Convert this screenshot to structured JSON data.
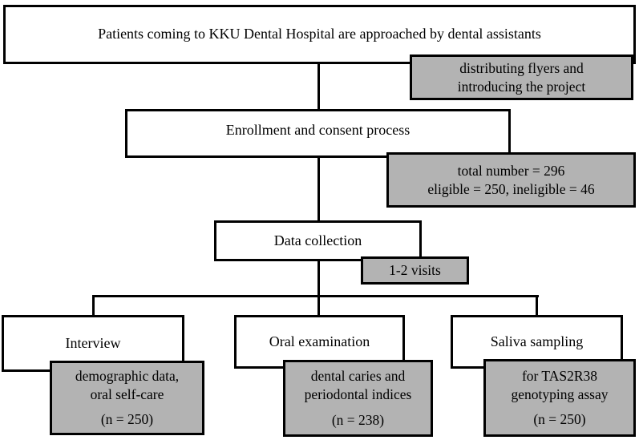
{
  "colors": {
    "background": "#ffffff",
    "box_fill_white": "#ffffff",
    "box_fill_gray": "#b3b3b3",
    "border_and_lines": "#000000",
    "text": "#000000"
  },
  "flowchart": {
    "step1": {
      "label": "Patients coming to KKU Dental Hospital are approached by dental assistants"
    },
    "note1": {
      "line1": "distributing flyers and",
      "line2": "introducing the project"
    },
    "step2": {
      "label": "Enrollment and consent process"
    },
    "note2": {
      "line1": "total number = 296",
      "line2": "eligible = 250, ineligible = 46"
    },
    "step3": {
      "label": "Data collection"
    },
    "note3": {
      "label": "1-2 visits"
    },
    "branches": [
      {
        "label": "Interview",
        "note_line1": "demographic data,",
        "note_line2": "oral self-care",
        "note_n": "(n = 250)"
      },
      {
        "label": "Oral examination",
        "note_line1": "dental caries and",
        "note_line2": "periodontal indices",
        "note_n": "(n = 238)"
      },
      {
        "label": "Saliva sampling",
        "note_line1": "for TAS2R38",
        "note_line2": "genotyping assay",
        "note_n": "(n = 250)"
      }
    ]
  }
}
